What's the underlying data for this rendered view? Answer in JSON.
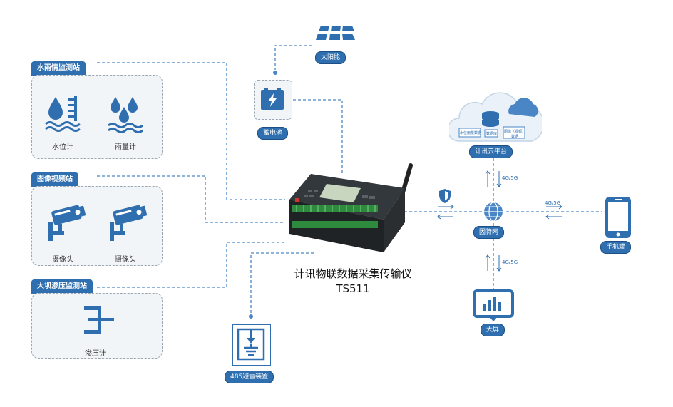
{
  "stations": {
    "hydro": {
      "title": "水雨情监测站",
      "items": [
        {
          "label": "水位计",
          "icon": "water-level-icon"
        },
        {
          "label": "雨量计",
          "icon": "rain-gauge-icon"
        }
      ]
    },
    "video": {
      "title": "图像视频站",
      "items": [
        {
          "label": "摄像头",
          "icon": "camera-icon"
        },
        {
          "label": "摄像头",
          "icon": "camera-icon"
        }
      ]
    },
    "dam": {
      "title": "大坝渗压监测站",
      "items": [
        {
          "label": "渗压计",
          "icon": "piezometer-icon"
        }
      ]
    }
  },
  "power": {
    "solar": "太阳能",
    "battery": "蓄电池"
  },
  "device": {
    "name": "计讯物联数据采集传输仪",
    "model": "TS511"
  },
  "protection": {
    "label": "485避雷装置"
  },
  "network": {
    "cloud": "计讯云平台",
    "cloud_labels": [
      "水位雨量数据",
      "数据库",
      "图像（视频）数据"
    ],
    "internet": "因特网",
    "phone": "手机端",
    "screen": "大屏",
    "link_up": "4G/5G",
    "link_right": "4G/5G",
    "link_down": "4G/5G"
  },
  "colors": {
    "accent": "#2f6fb0",
    "accent_dark": "#1c4f86",
    "dash": "#4a86c5",
    "box_border": "#9aa6b2"
  }
}
